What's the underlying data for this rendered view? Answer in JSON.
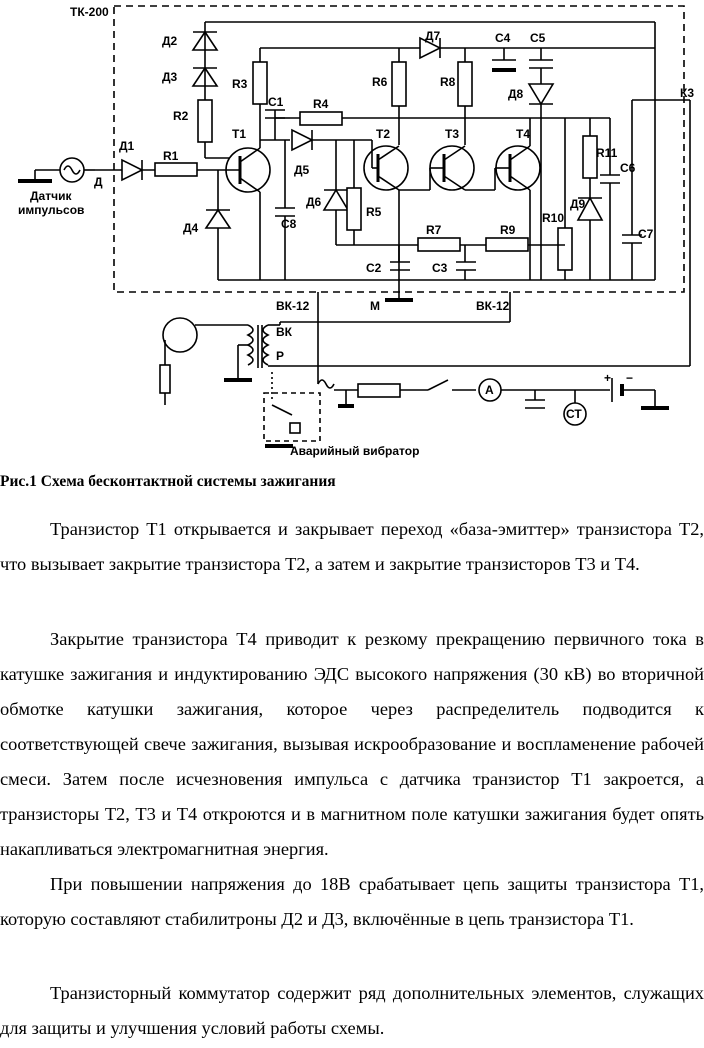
{
  "figure": {
    "labels": {
      "tk200": "ТК-200",
      "d2": "Д2",
      "d3": "Д3",
      "d7": "Д7",
      "c4": "С4",
      "c5": "С5",
      "d8": "Д8",
      "k3": "К3",
      "r3": "R3",
      "c1": "C1",
      "r4": "R4",
      "r6": "R6",
      "r8": "R8",
      "r2": "R2",
      "t1": "T1",
      "t2": "T2",
      "t3": "T3",
      "t4": "T4",
      "r11": "R11",
      "c6": "C6",
      "d1": "Д1",
      "r1": "R1",
      "d5": "Д5",
      "d6": "Д6",
      "r5": "R5",
      "d9": "Д9",
      "r10": "R10",
      "sensor_line1": "Датчик",
      "sensor_line2": "импульсов",
      "d_terminal": "Д",
      "d4": "Д4",
      "c8": "С8",
      "r7": "R7",
      "r9": "R9",
      "c7": "C7",
      "c2": "С2",
      "c3": "С3",
      "m": "М",
      "vk12_left": "ВК-12",
      "vk12_right": "ВК-12",
      "vk": "ВК",
      "p": "Р",
      "ammeter": "А",
      "starter": "СТ",
      "plus": "+",
      "minus": "−",
      "emergency_vibrator": "Аварийный вибратор"
    },
    "caption": "Рис.1 Схема бесконтактной системы зажигания"
  },
  "text": {
    "p1": "Транзистор Т1 открывается и закрывает переход «база-эмиттер» транзистора Т2, что вызывает закрытие транзистора Т2, а затем и закрытие транзисторов Т3 и Т4.",
    "p2": "Закрытие транзистора Т4 приводит к резкому прекращению первичного тока в катушке зажигания и индуктированию ЭДС высокого напряжения (30 кВ) во вторичной обмотке катушки зажигания, которое через распределитель подводится к соответствующей свече зажигания, вызывая искрообразование и воспламенение рабочей смеси. Затем после исчезновения импульса с датчика транзистор Т1 закроется, а транзисторы Т2, Т3 и Т4 откроются и в магнитном поле катушки зажигания будет опять накапливаться электромагнитная энергия.",
    "p3": "При повышении напряжения до 18В срабатывает цепь защиты транзистора Т1, которую составляют стабилитроны Д2 и Д3, включённые в цепь транзистора Т1.",
    "p4": "Транзисторный коммутатор содержит ряд дополнительных элементов, служащих для защиты и улучшения условий работы схемы."
  }
}
